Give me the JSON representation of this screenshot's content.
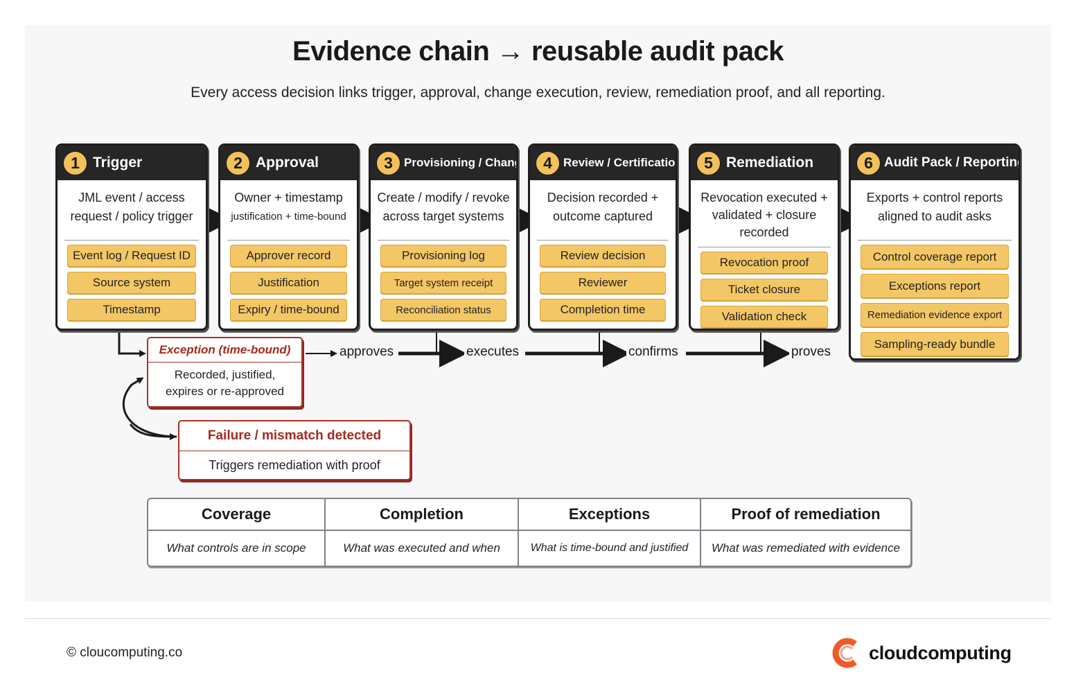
{
  "title": "Evidence chain → reusable audit pack",
  "subtitle": "Every access decision links trigger, approval, change execution, review, remediation proof, and  all  reporting.",
  "steps": [
    {
      "number": "1",
      "title": "Trigger",
      "description": "JML event / access request / policy trigger",
      "items": [
        "Event log / Request ID",
        "Source system",
        "Timestamp"
      ]
    },
    {
      "number": "2",
      "title": "Approval",
      "description_line1": "Owner + timestamp",
      "description_line2": "justification + time-bound",
      "items": [
        "Approver record",
        "Justification",
        "Expiry / time-bound"
      ]
    },
    {
      "number": "3",
      "title": "Provisioning / Change",
      "description": "Create / modify / revoke across target systems",
      "items": [
        "Provisioning log",
        "Target system receipt",
        "Reconciliation status"
      ]
    },
    {
      "number": "4",
      "title": "Review / Certification",
      "description": "Decision recorded + outcome captured",
      "items": [
        "Review decision",
        "Reviewer",
        "Completion time"
      ]
    },
    {
      "number": "5",
      "title": "Remediation",
      "description": "Revocation executed + validated + closure recorded",
      "items": [
        "Revocation proof",
        "Ticket closure",
        "Validation check"
      ]
    },
    {
      "number": "6",
      "title": "Audit Pack / Reporting",
      "description": "Exports + control reports aligned to audit asks",
      "items": [
        "Control coverage report",
        "Exceptions report",
        "Remediation evidence export",
        "Sampling-ready bundle"
      ]
    }
  ],
  "flow_labels": [
    "approves",
    "executes",
    "confirms",
    "proves"
  ],
  "exception": {
    "title": "Exception (time-bound)",
    "body": "Recorded, justified, expires or re-approved"
  },
  "failure": {
    "title": "Failure / mismatch detected",
    "body": "Triggers remediation with proof"
  },
  "metrics": [
    {
      "title": "Coverage",
      "description": "What controls are in scope"
    },
    {
      "title": "Completion",
      "description": "What was executed and when"
    },
    {
      "title": "Exceptions",
      "description": "What is time-bound and justified"
    },
    {
      "title": "Proof of remediation",
      "description": "What was remediated with evidence"
    }
  ],
  "footer": {
    "copyright": "© cloucomputing.co",
    "brand": "cloudcomputing"
  },
  "colors": {
    "chip": "#f4c766",
    "header": "#262626",
    "number_badge": "#f3c15a",
    "exception_red": "#a83228",
    "brand_orange": "#f05a28"
  }
}
